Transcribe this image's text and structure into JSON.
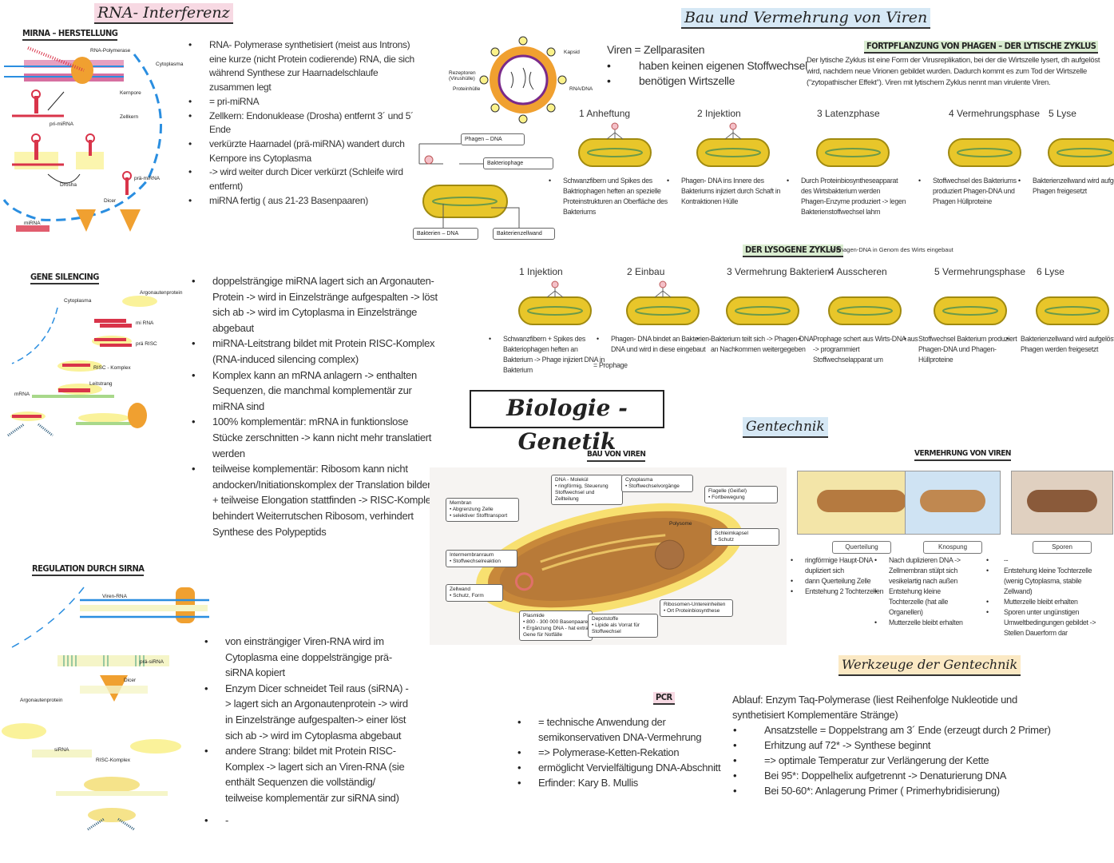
{
  "rna": {
    "title": "RNA- Interferenz",
    "mirna": {
      "header": "MIRNA – HERSTELLUNG",
      "bullets": [
        "RNA- Polymerase synthetisiert (meist aus Introns) eine kurze (nicht Protein codierende) RNA, die sich während Synthese zur Haarnadelschlaufe zusammen legt",
        "= pri-miRNA",
        "Zellkern: Endonuklease (Drosha) entfernt 3´ und 5´ Ende",
        "verkürzte Haarnadel (prä-miRNA) wandert durch Kernpore ins Cytoplasma",
        "-> wird weiter durch Dicer verkürzt (Schleife wird entfernt)",
        "miRNA fertig ( aus 21-23 Basenpaaren)"
      ],
      "labels": {
        "polymerase": "RNA-Polymerase",
        "cyto": "Cytoplasma",
        "kernpore": "Kernpore",
        "zellkern": "Zellkern",
        "pri": "pri-miRNA",
        "drosha": "Drosha",
        "pra": "prä-miRNA",
        "dicer": "Dicer",
        "mirna": "miRNA"
      }
    },
    "silencing": {
      "header": "GENE SILENCING",
      "bullets": [
        "doppelsträngige miRNA lagert sich an Argonauten-Protein -> wird in Einzelstränge aufgespalten -> löst sich ab -> wird im Cytoplasma in Einzelstränge abgebaut",
        "miRNA-Leitstrang bildet mit Protein RISC-Komplex (RNA-induced silencing complex)",
        "Komplex kann an mRNA anlagern -> enthalten Sequenzen, die manchmal komplementär zur miRNA sind",
        "100% komplementär: mRNA in funktionslose Stücke zerschnitten -> kann nicht mehr translatiert werden",
        "teilweise komplementär: Ribosom kann nicht andocken/Initiationskomplex der Translation bilden + teilweise Elongation stattfinden -> RISC-Komplex behindert Weiterrutschen Ribosom, verhindert Synthese des Polypeptids"
      ],
      "labels": {
        "cyto": "Cytoplasma",
        "argo": "Argonautenprotein",
        "mi": "mi RNA",
        "pris": "prä RISC",
        "risc": "RISC - Komplex",
        "leit": "Leitstrang",
        "mrna": "mRNA"
      }
    },
    "sirna": {
      "header": "REGULATION DURCH SIRNA",
      "bullets": [
        "von einsträngiger Viren-RNA wird im Cytoplasma eine doppelsträngige prä-siRNA kopiert",
        "Enzym Dicer schneidet Teil raus (siRNA) -> lagert sich an Argonautenprotein -> wird in Einzelstränge aufgespalten-> einer löst sich ab -> wird im Cytoplasma abgebaut",
        "andere Strang: bildet mit Protein RISC-Komplex -> lagert sich an Viren-RNA (sie enthält Sequenzen die vollständig/ teilweise komplementär zur siRNA sind)",
        "-"
      ],
      "labels": {
        "viren": "Viren-RNA",
        "pra": "prä-siRNA",
        "dicer": "Dicer",
        "argo": "Argonautenprotein",
        "si": "siRNA",
        "risc": "RISC-Komplex"
      }
    }
  },
  "viren": {
    "title": "Bau und Vermehrung von Viren",
    "intro": "Viren = Zellparasiten",
    "intro_bullets": [
      "haben keinen eigenen Stoffwechsel",
      "benötigen Wirtszelle"
    ],
    "virus_labels": {
      "kapsid": "Kapsid",
      "rezeptoren": "Rezeptoren (Virushülle)",
      "proteinhulle": "Proteinhülle",
      "rna": "RNA/DNA"
    },
    "phage_labels": [
      "Phagen – DNA",
      "Bakteriophage",
      "Bakterien – DNA",
      "Bakterienzellwand"
    ],
    "lytic": {
      "header": "FORTPFLANZUNG VON PHAGEN – DER LYTISCHE ZYKLUS",
      "text": "Der lytische Zyklus ist eine Form der Virusreplikation, bei der die Wirtszelle lysert, dh aufgelöst wird, nachdem neue Virionen gebildet wurden. Dadurch kommt es zum Tod der Wirtszelle (\"zytopathischer Effekt\"). Viren mit lytischem Zyklus nennt man virulente Viren.",
      "steps": [
        {
          "title": "1   Anheftung",
          "caption": "Schwanzfibern und Spikes des Baktriophagen heften an spezielle Proteinstrukturen an Oberfläche des Bakteriums"
        },
        {
          "title": "2 Injektion",
          "caption": "Phagen- DNA ins Innere des Bakteriums injiziert durch Schaft in Kontraktionen Hülle"
        },
        {
          "title": "3 Latenzphase",
          "caption": "Durch Proteinbiosyntheseapparat des Wirtsbakterium werden Phagen-Enzyme produziert -> legen Bakterienstoffwechsel lahm"
        },
        {
          "title": "4 Vermehrungsphase",
          "caption": "Stoffwechsel des Bakteriums produziert Phagen-DNA und Phagen Hüllproteine"
        },
        {
          "title": "5 Lyse",
          "caption": "Bakterienzellwand wird aufgelöst -> Phagen freigesetzt"
        }
      ]
    },
    "lysogenic": {
      "header": "DER LYSOGENE ZYKLUS",
      "note": "-> Phagen-DNA in Genom des Wirts eingebaut",
      "steps": [
        {
          "title": "1   Injektion",
          "caption": "Schwanzfibern + Spikes des Bakteriophagen heften an Bakterium -> Phage injiziert DNA in Bakterium"
        },
        {
          "title": "2 Einbau",
          "caption": "Phagen- DNA bindet an Bakterien-DNA und wird in diese eingebaut",
          "extra": "= Prophage"
        },
        {
          "title": "3 Vermehrung Bakterien",
          "caption": "Bakterium teilt sich -> Phagen-DNA an Nachkommen weitergegeben"
        },
        {
          "title": "4 Ausscheren",
          "caption": "Prophage schert aus Wirts-DNA aus -> programmiert Stoffwechselapparat um"
        },
        {
          "title": "5 Vermehrungsphase",
          "caption": "Stoffwechsel Bakterium produziert Phagen-DNA und Phagen-Hüllproteine"
        },
        {
          "title": "6 Lyse",
          "caption": "Bakterienzellwand wird aufgelöst -> Phagen werden freigesetzt"
        }
      ]
    }
  },
  "main_title": "Biologie - Genetik",
  "gentechnik": {
    "title": "Gentechnik",
    "bau": {
      "header": "BAU VON VIREN",
      "labels": [
        {
          "t": "Membran",
          "d": "• Abgrenzung Zelle\n• selektiver Stofftransport"
        },
        {
          "t": "Intermembranraum",
          "d": "• Stoffwechselreaktion"
        },
        {
          "t": "Zellwand",
          "d": "• Schutz, Form"
        },
        {
          "t": "DNA - Molekül",
          "d": "• ringförmig, Steuerung Stoffwechsel und Zellteilung"
        },
        {
          "t": "Cytoplasma",
          "d": "• Stoffwechselvorgänge"
        },
        {
          "t": "Flagelle (Geißel)",
          "d": "• Fortbewegung"
        },
        {
          "t": "Schleimkapsel",
          "d": "• Schutz"
        },
        {
          "t": "Plasmide",
          "d": "• 800 - 300 000 Basenpaare\n• Ergänzung DNA - hat extra Gene für Notfälle"
        },
        {
          "t": "Depotstoffe",
          "d": "• Lipide als Vorrat für Stoffwechsel"
        },
        {
          "t": "Ribosomen-Untereinheiten",
          "d": "• Ort Proteinbiosynthese"
        }
      ],
      "polysome": "Polysome"
    },
    "vermehrung": {
      "header": "VERMEHRUNG VON VIREN",
      "types": [
        {
          "label": "Querteilung",
          "bullets": [
            "ringförmige Haupt-DNA dupliziert sich",
            "dann Querteilung Zelle",
            "Entstehung 2 Tochterzellen"
          ]
        },
        {
          "label": "Knospung",
          "bullets": [
            "Nach duplizieren DNA -> Zellmembran stülpt sich vesikelartig nach außen",
            "Entstehung kleine Tochterzelle (hat alle Organellen)",
            "Mutterzelle bleibt erhalten"
          ]
        },
        {
          "label": "Sporen",
          "bullets": [
            "--",
            "Entstehung kleine Tochterzelle (wenig Cytoplasma, stabile Zellwand)",
            "Mutterzelle bleibt erhalten",
            "Sporen unter ungünstigen Umweltbedingungen gebildet -> Stellen Dauerform dar"
          ]
        }
      ]
    }
  },
  "werkzeuge": {
    "title": "Werkzeuge der Gentechnik",
    "pcr": {
      "header": "PCR",
      "bullets": [
        "= technische Anwendung der semikonservativen DNA-Vermehrung",
        "=> Polymerase-Ketten-Rekation",
        "ermöglicht Vervielfältigung DNA-Abschnitt",
        "Erfinder: Kary B. Mullis"
      ]
    },
    "ablauf": {
      "intro": "Ablauf: Enzym Taq-Polymerase (liest Reihenfolge Nukleotide und synthetisiert Komplementäre Stränge)",
      "bullets": [
        "Ansatzstelle = Doppelstrang am 3´ Ende (erzeugt durch 2 Primer)",
        "Erhitzung auf 72* -> Synthese beginnt",
        "=> optimale Temperatur zur Verlängerung der Kette",
        "Bei 95*:  Doppelhelix aufgetrennt -> Denaturierung DNA",
        "Bei 50-60*: Anlagerung Primer ( Primerhybridisierung)"
      ]
    }
  },
  "colors": {
    "pink": "#f7d9e3",
    "blue": "#d6e8f5",
    "green": "#d9ecd0",
    "bacteria": "#e8c62a",
    "dna_blue": "#2a8ee0",
    "rna_red": "#d9344a"
  }
}
